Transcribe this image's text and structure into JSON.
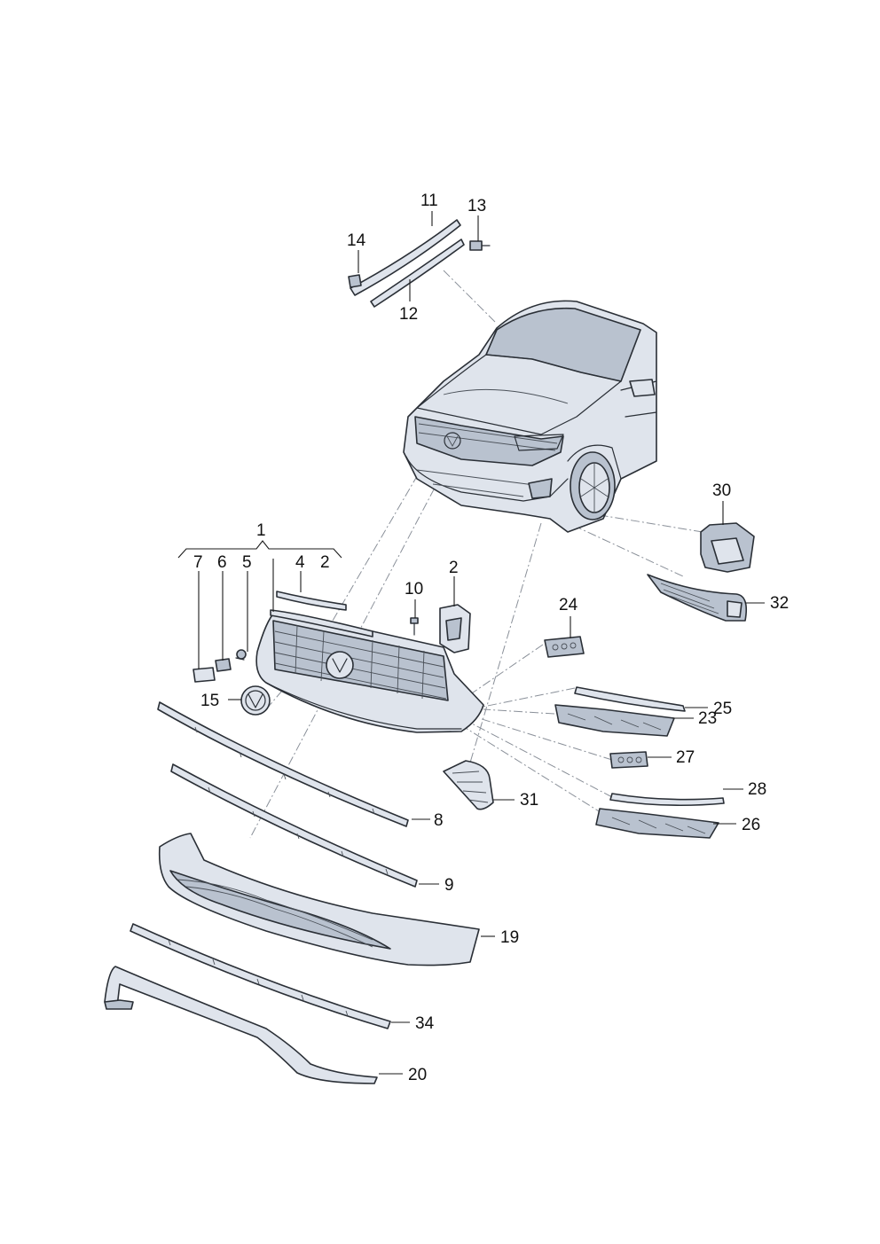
{
  "callouts": {
    "c1": "1",
    "c2a": "2",
    "c2b": "2",
    "c4": "4",
    "c5": "5",
    "c6": "6",
    "c7": "7",
    "c8": "8",
    "c9": "9",
    "c10": "10",
    "c11": "11",
    "c12": "12",
    "c13": "13",
    "c14": "14",
    "c15": "15",
    "c19": "19",
    "c20": "20",
    "c23": "23",
    "c24": "24",
    "c25": "25",
    "c26": "26",
    "c27": "27",
    "c28": "28",
    "c30": "30",
    "c31": "31",
    "c32": "32",
    "c34": "34"
  }
}
